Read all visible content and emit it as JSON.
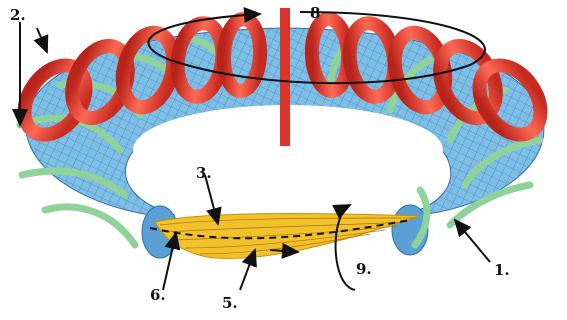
{
  "labels": {
    "l1": "1.",
    "l2": "2.",
    "l3": "3.",
    "l5": "5.",
    "l6": "6.",
    "l8": "8",
    "l9": "9."
  },
  "colors": {
    "plasma_vessel": "#7fbfe6",
    "mesh_lines": "#3f86c0",
    "toroidal_coils": "#e23b2f",
    "helical_windings": "#8fd39a",
    "magnetic_field_lines": "#f2c12e",
    "arrows": "#111111"
  }
}
